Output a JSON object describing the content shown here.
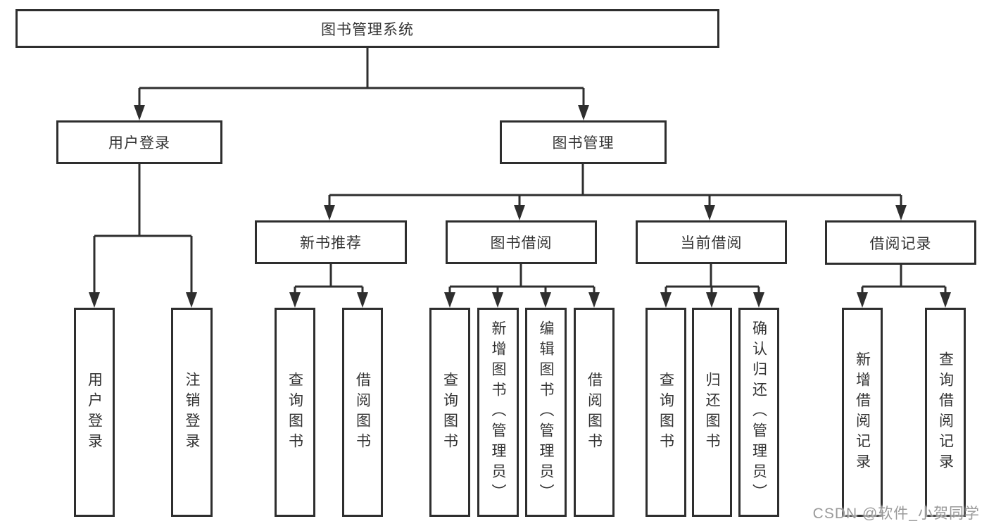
{
  "diagram": {
    "title": "图书管理系统",
    "type": "hierarchy-tree"
  },
  "colors": {
    "line": "#2e2e2e",
    "box_border": "#2e2e2e",
    "box_fill": "#ffffff",
    "text": "#333333",
    "watermark": "#919191"
  },
  "tree": {
    "label": "图书管理系统",
    "children": [
      {
        "label": "用户登录",
        "children": [
          {
            "label": "用户登录"
          },
          {
            "label": "注销登录"
          }
        ]
      },
      {
        "label": "图书管理",
        "children": [
          {
            "label": "新书推荐",
            "children": [
              {
                "label": "查询图书"
              },
              {
                "label": "借阅图书"
              }
            ]
          },
          {
            "label": "图书借阅",
            "children": [
              {
                "label": "查询图书"
              },
              {
                "label": "新增图书（管理员）"
              },
              {
                "label": "编辑图书（管理员）"
              },
              {
                "label": "借阅图书"
              }
            ]
          },
          {
            "label": "当前借阅",
            "children": [
              {
                "label": "查询图书"
              },
              {
                "label": "归还图书"
              },
              {
                "label": "确认归还（管理员）"
              }
            ]
          },
          {
            "label": "借阅记录",
            "children": [
              {
                "label": "新增借阅记录"
              },
              {
                "label": "查询借阅记录"
              }
            ]
          }
        ]
      }
    ]
  },
  "watermark": "CSDN @软件_小贺同学"
}
